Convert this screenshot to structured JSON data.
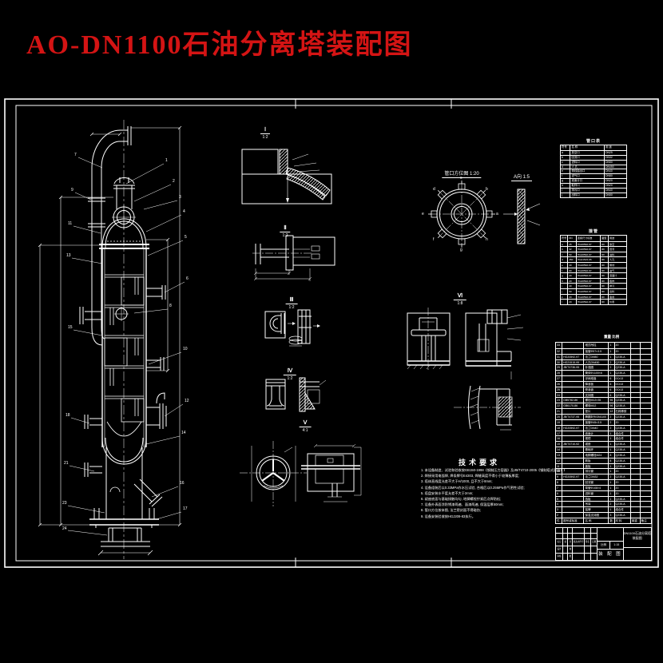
{
  "page": {
    "title": "AO-DN1100石油分离塔装配图",
    "title_color": "#d41414",
    "background": "#000000",
    "line_color": "#ffffff"
  },
  "views": {
    "detail1": {
      "label": "Ⅰ",
      "scale": "1:2"
    },
    "detail2": {
      "label": "Ⅱ",
      "scale": "1:2"
    },
    "detail3": {
      "label": "Ⅲ",
      "scale": "1:2"
    },
    "detail4": {
      "label": "Ⅳ",
      "scale": "1:2"
    },
    "detail5": {
      "label": "Ⅴ",
      "scale": "4:1"
    },
    "detail6": {
      "label": "Ⅵ",
      "scale": "1:8"
    },
    "orientation_title": "管口方位图 1:20",
    "gasket_title": "A向 1:5"
  },
  "tech": {
    "heading": "技术要求",
    "lines": [
      "1. 本设备制造、试验和验收按GB150-1998《钢制压力容器》及JB/T4710-2005《钢制塔式容器》规定进行;",
      "2. 焊接采用电弧焊, 焊条牌号E4303, 焊缝高度不得小于较薄板厚度;",
      "3. 塔体直线度允差不大于H/1000, 且不大于8mm;",
      "4. 设备组装后以0.33MPa作水压试验, 合格后以0.25MPa作气密性试验;",
      "5. 塔盘安装水平度允差不大于2mm;",
      "6. 裙座底面与基础接触均匀, 地脚螺栓拧紧后点焊防松;",
      "7. 设备外表面涂防锈漆两遍、面漆两遍, 保温层厚50mm;",
      "8. 管口方位按本图, 法兰密封面不得碰伤;",
      "9. 设备安装验收按HGJ209-83执行。"
    ]
  },
  "callout_labels": [
    "7",
    "9",
    "11",
    "13",
    "15",
    "18",
    "21",
    "23",
    "24",
    "1",
    "2",
    "3",
    "4",
    "5",
    "6",
    "8",
    "10",
    "12",
    "14",
    "16",
    "17",
    "a",
    "b",
    "c",
    "d",
    "e",
    "f",
    "g",
    "h"
  ],
  "tables": {
    "nozzle1": {
      "title": "管口表",
      "header": [
        "符号",
        "名  称",
        "用  途"
      ],
      "rows": [
        [
          "a",
          "放空口",
          "DN25"
        ],
        [
          "b",
          "回流口",
          "DN32"
        ],
        [
          "c",
          "进料口",
          "DN50"
        ],
        [
          "d",
          "人  孔",
          "DN450"
        ],
        [
          "e",
          "侧线抽出口",
          "DN40"
        ],
        [
          "f",
          "进气口",
          "DN80"
        ],
        [
          "g",
          "液面计口",
          "DN20"
        ],
        [
          "h",
          "取样口",
          "DN20"
        ],
        [
          "i",
          "排污口",
          "DN40"
        ],
        [
          "j",
          "出料口",
          "DN50"
        ]
      ]
    },
    "nozzle2": {
      "title": "接管",
      "header": [
        "符号",
        "DN",
        "连接尺寸标准",
        "面型",
        "用途"
      ],
      "rows": [
        [
          "a",
          "25",
          "HG20592-97",
          "RF",
          "放空"
        ],
        [
          "b",
          "32",
          "HG20592-97",
          "RF",
          "回流"
        ],
        [
          "c",
          "50",
          "HG20592-97",
          "RF",
          "进料"
        ],
        [
          "d",
          "450",
          "HG21515-95",
          "RF",
          "人孔"
        ],
        [
          "e",
          "40",
          "HG20592-97",
          "RF",
          "侧线"
        ],
        [
          "f",
          "80",
          "HG20592-97",
          "RF",
          "进气"
        ],
        [
          "g",
          "20",
          "HG20592-97",
          "RF",
          "液面计"
        ],
        [
          "h",
          "20",
          "HG20592-97",
          "RF",
          "取样"
        ],
        [
          "i",
          "40",
          "HG20592-97",
          "RF",
          "排污"
        ],
        [
          "j",
          "50",
          "HG20592-97",
          "RF",
          "出料"
        ],
        [
          "k",
          "20",
          "HG20592-97",
          "RF",
          "备用"
        ],
        [
          "l",
          "20",
          "HG20592-97",
          "RF",
          "仪表"
        ]
      ]
    },
    "bom": {
      "note": "重量 比例",
      "rows": [
        [
          "33",
          "",
          "塔顶吊柱",
          "1",
          "20",
          "",
          ""
        ],
        [
          "32",
          "",
          "接管Φ57×3.5",
          "1",
          "20",
          "",
          ""
        ],
        [
          "31",
          "HG20592-97",
          "法兰DN50",
          "1",
          "Q235-A",
          "",
          ""
        ],
        [
          "30",
          "HG21515-95",
          "人孔DN450",
          "2",
          "Q235-A",
          "",
          ""
        ],
        [
          "29",
          "JB/T4736-95",
          "补强圈",
          "2",
          "Q235-A",
          "",
          ""
        ],
        [
          "28",
          "",
          "筒体Φ1100×6",
          "1",
          "Q235-A",
          "",
          ""
        ],
        [
          "27",
          "",
          "浮阀塔盘",
          "6",
          "0Cr13",
          "",
          ""
        ],
        [
          "26",
          "",
          "降液板",
          "6",
          "0Cr13",
          "",
          ""
        ],
        [
          "25",
          "",
          "受液盘",
          "6",
          "0Cr13",
          "",
          ""
        ],
        [
          "24",
          "",
          "支持圈",
          "6",
          "Q235-A",
          "",
          ""
        ],
        [
          "23",
          "GB5782-86",
          "螺栓M12×35",
          "96",
          "Q235-A",
          "",
          ""
        ],
        [
          "22",
          "GB6170-86",
          "螺母M12",
          "96",
          "Q235-A",
          "",
          ""
        ],
        [
          "21",
          "",
          "垫片",
          "12",
          "石棉橡胶",
          "",
          ""
        ],
        [
          "20",
          "JB/T4737-95",
          "椭圆封头DN1100",
          "2",
          "Q235-A",
          "",
          ""
        ],
        [
          "19",
          "",
          "接管Φ45×3.5",
          "2",
          "20",
          "",
          ""
        ],
        [
          "18",
          "HG20592-97",
          "法兰DN40",
          "2",
          "Q235-A",
          "",
          ""
        ],
        [
          "17",
          "",
          "液面计",
          "1",
          "组合件",
          "",
          ""
        ],
        [
          "16",
          "",
          "视镜",
          "1",
          "组合件",
          "",
          ""
        ],
        [
          "15",
          "JB/T4710-92",
          "裙座",
          "1",
          "Q235-A",
          "",
          ""
        ],
        [
          "14",
          "",
          "基础环",
          "1",
          "Q235-A",
          "",
          ""
        ],
        [
          "13",
          "",
          "地脚螺栓M24",
          "8",
          "Q235-A",
          "",
          ""
        ],
        [
          "12",
          "",
          "筋板",
          "8",
          "Q235-A",
          "",
          ""
        ],
        [
          "11",
          "",
          "盖板",
          "1",
          "Q235-A",
          "",
          ""
        ],
        [
          "10",
          "",
          "排污管",
          "1",
          "20",
          "",
          ""
        ],
        [
          "9",
          "HG20592-97",
          "法兰DN32",
          "2",
          "Q235-A",
          "",
          ""
        ],
        [
          "8",
          "",
          "回流管",
          "1",
          "20",
          "",
          ""
        ],
        [
          "7",
          "",
          "弯管Φ108×4",
          "1",
          "20",
          "",
          ""
        ],
        [
          "6",
          "",
          "进料管",
          "1",
          "20",
          "",
          ""
        ],
        [
          "5",
          "",
          "挡板",
          "1",
          "Q235-A",
          "",
          ""
        ],
        [
          "4",
          "",
          "吊耳",
          "2",
          "Q235-A",
          "",
          ""
        ],
        [
          "3",
          "",
          "铭牌",
          "1",
          "组合件",
          "",
          ""
        ],
        [
          "2",
          "",
          "保温支持圈",
          "3",
          "Q235-A",
          "",
          ""
        ],
        [
          "件号",
          "图号或标准",
          "名  称",
          "数量",
          "材  料",
          "单重",
          "备注"
        ]
      ]
    },
    "tb_left": {
      "rows": [
        [
          "",
          "",
          "",
          "",
          "",
          ""
        ],
        [
          "",
          "",
          "",
          "",
          "",
          ""
        ],
        [
          "标记",
          "处数",
          "分区",
          "更改文件号",
          "签名",
          "日期"
        ],
        [
          "设计",
          "",
          "校核",
          "",
          "",
          ""
        ],
        [
          "审核",
          "",
          "批准",
          "",
          "",
          ""
        ]
      ]
    }
  },
  "titleblock": {
    "scale_label": "比例",
    "scale_value": "1:15",
    "type_label": "装 配 图",
    "name_line1": "DN1100石油分离塔",
    "name_line2": "装配图"
  }
}
